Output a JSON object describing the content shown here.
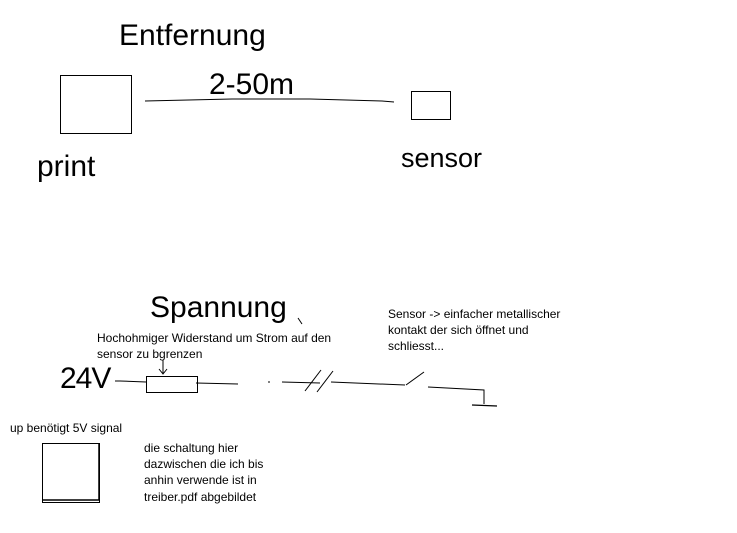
{
  "top": {
    "title": "Entfernung",
    "distance_label": "2-50m",
    "left_box_label": "print",
    "right_box_label": "sensor"
  },
  "bottom": {
    "title": "Spannung",
    "voltage_label": "24V",
    "resistor_note": "Hochohmiger Widerstand um Strom auf den sensor zu bgrenzen",
    "sensor_note": "Sensor -> einfacher metallischer kontakt der sich öffnet und schliesst...",
    "up_label": "up benötigt 5V signal",
    "circuit_note": "die schaltung hier dazwischen die ich bis anhin verwende ist in treiber.pdf abgebildet"
  }
}
